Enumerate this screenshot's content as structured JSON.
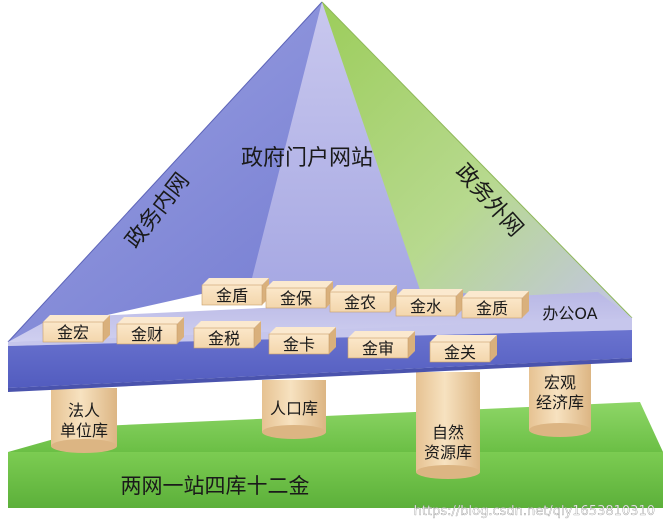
{
  "pyramid": {
    "left_face_label": "政务内网",
    "center_label": "政府门户网站",
    "right_face_label": "政务外网"
  },
  "golden_projects": {
    "back_row": [
      "金盾",
      "金保",
      "金农",
      "金水",
      "金质",
      "办公OA"
    ],
    "front_row": [
      "金宏",
      "金财",
      "金税",
      "金卡",
      "金审",
      "金关"
    ]
  },
  "databases": [
    "法人单位库",
    "人口库",
    "自然资源库",
    "宏观经济库"
  ],
  "database_lines": {
    "legal_entity": [
      "法人",
      "单位库"
    ],
    "population": "人口库",
    "natural_resources": [
      "自然",
      "资源库"
    ],
    "macro_economy": [
      "宏观",
      "经济库"
    ]
  },
  "base_label": "两网一站四库十二金",
  "watermark": "https://blog.csdn.net/qly1653810310",
  "colors": {
    "pyramid_left": "#7e85d6",
    "pyramid_right": "#a8d26b",
    "platform_top": "#bdbde6",
    "platform_front": "#5e68c8",
    "base_green": "#6cc04a",
    "cylinder": "#f2d7ad",
    "block": "#f1cfa0"
  }
}
